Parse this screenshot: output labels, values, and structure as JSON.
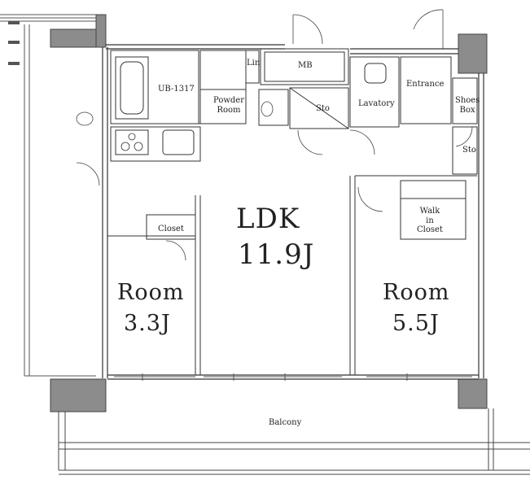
{
  "rooms": {
    "ldk": {
      "name": "LDK",
      "size": "11.9J"
    },
    "room_left": {
      "name": "Room",
      "size": "3.3J"
    },
    "room_right": {
      "name": "Room",
      "size": "5.5J"
    },
    "closet": "Closet",
    "walk_in_closet": [
      "Walk",
      "in",
      "Closet"
    ],
    "unit_bath": "UB-1317",
    "powder_room": [
      "Powder",
      "Room"
    ],
    "linen": "Lin",
    "mb": "MB",
    "storage": "Sto",
    "lavatory": "Lavatory",
    "entrance": "Entrance",
    "shoes_box": [
      "Shoes",
      "Box"
    ],
    "storage_2": "Sto",
    "balcony": "Balcony"
  },
  "colors": {
    "wall": "#8c8c8c",
    "line": "#3a3a3a",
    "background": "#ffffff"
  }
}
